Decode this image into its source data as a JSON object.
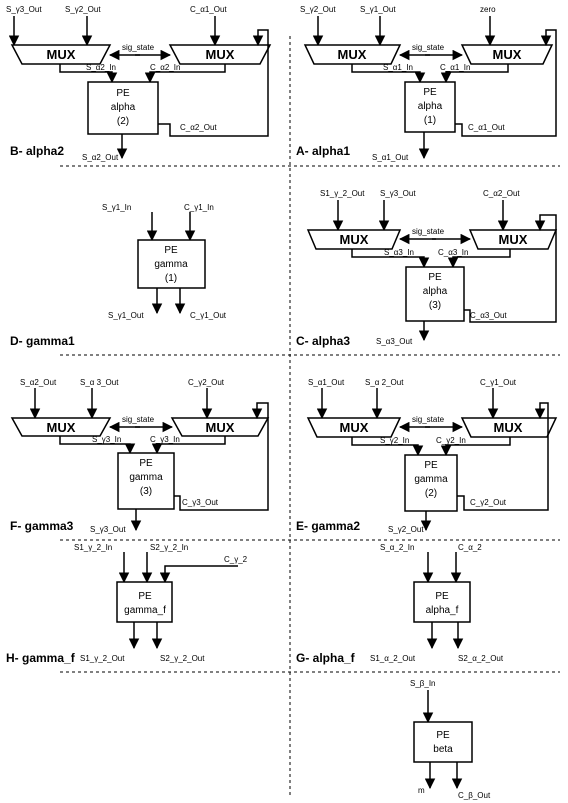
{
  "panels": {
    "alpha2": {
      "title": "B- alpha2",
      "inputs": {
        "left_a": "S_γ3_Out",
        "left_b": "S_γ2_Out",
        "right": "C_α1_Out"
      },
      "sig_state": "sig_state",
      "mux_left": "MUX",
      "mux_right": "MUX",
      "s_in": "S_α2_In",
      "c_in": "C_α2_In",
      "pe_lines": [
        "PE",
        "alpha",
        "(2)"
      ],
      "c_out": "C_α2_Out",
      "s_out": "S_α2_Out"
    },
    "alpha1": {
      "title": "A- alpha1",
      "inputs": {
        "left_a": "S_γ2_Out",
        "left_b": "S_γ1_Out",
        "right": "zero"
      },
      "sig_state": "sig_state",
      "mux_left": "MUX",
      "mux_right": "MUX",
      "s_in": "S_α1_In",
      "c_in": "C_α1_In",
      "pe_lines": [
        "PE",
        "alpha",
        "(1)"
      ],
      "c_out": "C_α1_Out",
      "s_out": "S_α1_Out"
    },
    "gamma1": {
      "title": "D- gamma1",
      "s_in": "S_γ1_In",
      "c_in": "C_γ1_In",
      "pe_lines": [
        "PE",
        "gamma",
        "(1)"
      ],
      "s_out": "S_γ1_Out",
      "c_out": "C_γ1_Out"
    },
    "alpha3": {
      "title": "C- alpha3",
      "inputs": {
        "left_a": "S1_γ_2_Out",
        "left_b": "S_γ3_Out",
        "right": "C_α2_Out"
      },
      "sig_state": "sig_state",
      "mux_left": "MUX",
      "mux_right": "MUX",
      "s_in": "S_α3_In",
      "c_in": "C_α3_In",
      "pe_lines": [
        "PE",
        "alpha",
        "(3)"
      ],
      "c_out": "C_α3_Out",
      "s_out": "S_α3_Out"
    },
    "gamma3": {
      "title": "F- gamma3",
      "inputs": {
        "left_a": "S_α2_Out",
        "left_b": "S_α 3_Out",
        "right": "C_γ2_Out"
      },
      "sig_state": "sig_state",
      "mux_left": "MUX",
      "mux_right": "MUX",
      "s_in": "S_γ3_In",
      "c_in": "C_γ3_In",
      "pe_lines": [
        "PE",
        "gamma",
        "(3)"
      ],
      "c_out": "C_γ3_Out",
      "s_out": "S_γ3_Out"
    },
    "gamma2": {
      "title": "E- gamma2",
      "inputs": {
        "left_a": "S_α1_Out",
        "left_b": "S_α 2_Out",
        "right": "C_γ1_Out"
      },
      "sig_state": "sig_state",
      "mux_left": "MUX",
      "mux_right": "MUX",
      "s_in": "S_γ2_In",
      "c_in": "C_γ2_In",
      "pe_lines": [
        "PE",
        "gamma",
        "(2)"
      ],
      "c_out": "C_γ2_Out",
      "s_out": "S_γ2_Out"
    },
    "gamma_f": {
      "title": "H- gamma_f",
      "s1_in": "S1_γ_2_In",
      "s2_in": "S2_γ_2_In",
      "c_in": "C_γ_2",
      "pe_lines": [
        "PE",
        "gamma_f"
      ],
      "s1_out": "S1_γ_2_Out",
      "s2_out": "S2_γ_2_Out"
    },
    "alpha_f": {
      "title": "G- alpha_f",
      "s_in": "S_α_2_In",
      "c_in": "C_α_2",
      "pe_lines": [
        "PE",
        "alpha_f"
      ],
      "s1_out": "S1_α_2_Out",
      "s2_out": "S2_α_2_Out"
    },
    "beta": {
      "s_in": "S_β_In",
      "pe_lines": [
        "PE",
        "beta"
      ],
      "m_out": "m",
      "c_out": "C_β_Out"
    }
  }
}
